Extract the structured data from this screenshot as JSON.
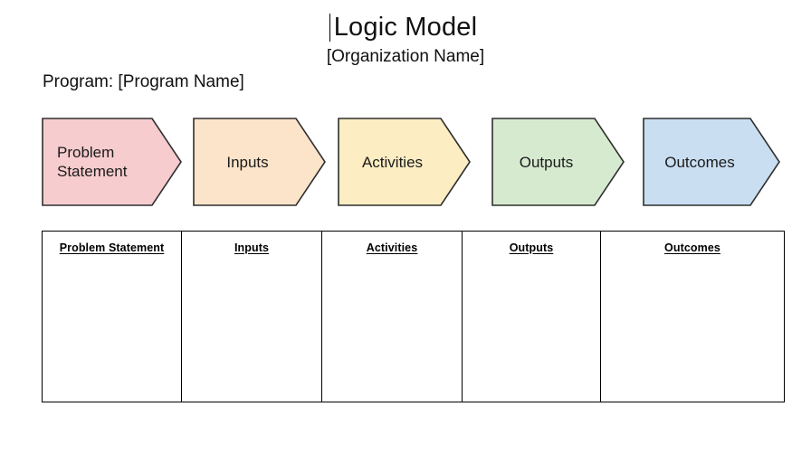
{
  "document": {
    "title": "Logic Model",
    "organization": "[Organization Name]",
    "program_line": "Program: [Program Name]"
  },
  "chevrons": [
    {
      "label": "Problem\nStatement",
      "fill": "#f6ccce",
      "stroke": "#2f2f2f",
      "name": "chevron-problem-statement",
      "align": "left"
    },
    {
      "label": "Inputs",
      "fill": "#fce4ca",
      "stroke": "#2f2f2f",
      "name": "chevron-inputs",
      "align": "center"
    },
    {
      "label": "Activities",
      "fill": "#fcedc2",
      "stroke": "#2f2f2f",
      "name": "chevron-activities",
      "align": "center"
    },
    {
      "label": "Outputs",
      "fill": "#d6ead0",
      "stroke": "#2f2f2f",
      "name": "chevron-outputs",
      "align": "center"
    },
    {
      "label": "Outcomes",
      "fill": "#cadef2",
      "stroke": "#2f2f2f",
      "name": "chevron-outcomes",
      "align": "center"
    }
  ],
  "table": {
    "headers": [
      "Problem Statement",
      "Inputs",
      "Activities",
      "Outputs",
      "Outcomes"
    ],
    "rows": [
      [
        "",
        "",
        "",
        "",
        ""
      ]
    ]
  },
  "colors": {
    "page_background": "#ffffff",
    "text": "#111111",
    "table_border": "#000000",
    "chevron_outline": "#2f2f2f"
  }
}
